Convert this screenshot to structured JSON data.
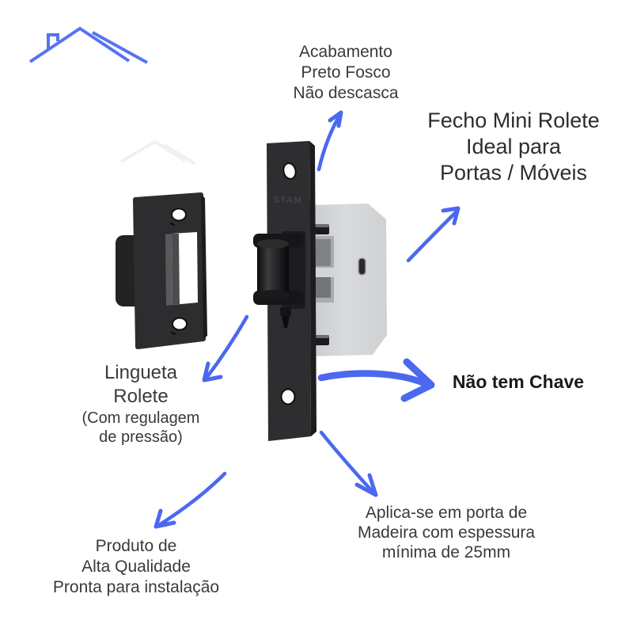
{
  "brand": {
    "logo": "roof-outline-logo"
  },
  "annotations": {
    "finish": {
      "lines": [
        "Acabamento",
        "Preto Fosco",
        "Não descasca"
      ]
    },
    "product_title": {
      "lines": [
        "Fecho Mini Rolete",
        "Ideal para",
        "Portas / Móveis"
      ]
    },
    "roller": {
      "lines": [
        "Lingueta",
        "Rolete"
      ],
      "sublines": [
        "(Com regulagem",
        "de pressão)"
      ]
    },
    "no_key": {
      "label": "Não tem Chave"
    },
    "application": {
      "lines": [
        "Aplica-se em porta de",
        "Madeira com espessura",
        "mínima de 25mm"
      ]
    },
    "quality": {
      "lines": [
        "Produto de",
        "Alta Qualidade",
        "Pronta para instalação"
      ]
    }
  },
  "product": {
    "faceplate_brand": "STAM"
  },
  "colors": {
    "arrow_blue": "#4b68ef",
    "logo_blue": "#5873f2",
    "text_dark": "#3a3a3c",
    "plate_black": "#2d2d2f",
    "body_silver": "#d6d8da"
  }
}
